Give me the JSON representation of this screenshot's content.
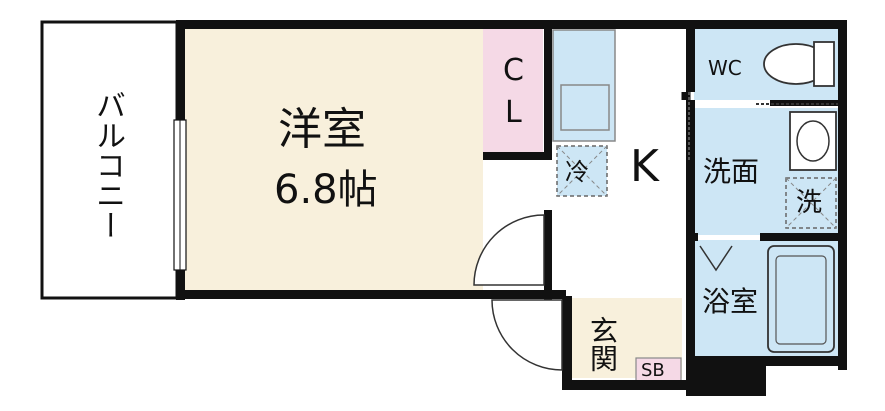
{
  "rooms": {
    "western_room": {
      "name": "洋室",
      "size": "6.8帖"
    },
    "closet": {
      "c": "C",
      "l": "L"
    },
    "kitchen": {
      "name": "K",
      "fridge": "冷"
    },
    "wc": {
      "name": "WC"
    },
    "washroom": {
      "name": "洗面",
      "washer": "洗"
    },
    "bath": {
      "name": "浴室"
    },
    "entrance": {
      "name": "玄関",
      "shoe_box": "SB"
    },
    "balcony": {
      "name": "バルコニー"
    }
  },
  "colors": {
    "western_room_floor": "#f8f0dc",
    "wet_area_floor": "#cde6f5",
    "closet_floor": "#f5d9e6",
    "entrance_floor": "#f8f0dc",
    "shoe_box": "#f5d9e6",
    "wall": "#111111"
  }
}
